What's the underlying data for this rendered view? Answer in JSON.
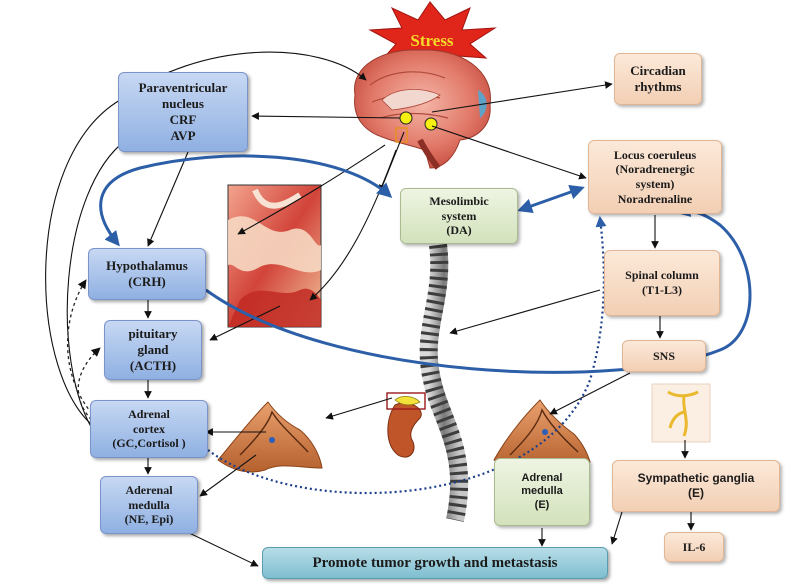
{
  "stress": "Stress",
  "nodes": {
    "pvn": "Paraventricular\nnucleus\nCRF\nAVP",
    "circadian": "Circadian\nrhythms",
    "locus": "Locus coeruleus\n(Noradrenergic\nsystem)\nNoradrenaline",
    "mesolimbic": "Mesolimbic\nsystem\n(DA)",
    "hypothalamus": "Hypothalamus\n(CRH)",
    "pituitary": "pituitary\ngland\n(ACTH)",
    "adrenal_cortex": "Adrenal\ncortex\n(GC,Cortisol )",
    "adrenal_medulla_left": "Aderenal\nmedulla\n(NE, Epi)",
    "spinal": "Spinal column\n(T1-L3)",
    "sns": "SNS",
    "adrenal_medulla_center": "Adrenal\nmedulla\n(E)",
    "sympathetic": "Sympathetic ganglia\n(E)",
    "il6": "IL-6",
    "tumor": "Promote tumor growth and metastasis"
  },
  "colors": {
    "blue_box": "#9db9e6",
    "peach_box": "#f6d9c2",
    "green_box": "#dfe9cc",
    "teal_box": "#8fc6d4",
    "loop_arrow": "#2d5fa8",
    "stress_star": "#e0261a",
    "stress_text": "#f5d92b"
  }
}
